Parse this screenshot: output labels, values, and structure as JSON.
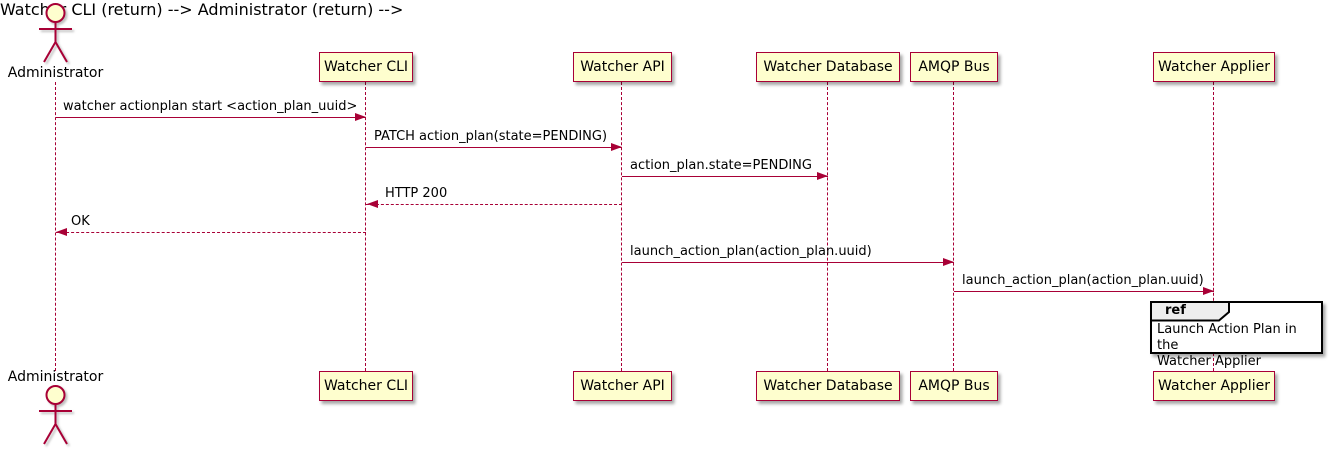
{
  "actor": {
    "label": "Administrator"
  },
  "participants": [
    {
      "label": "Watcher CLI"
    },
    {
      "label": "Watcher API"
    },
    {
      "label": "Watcher Database"
    },
    {
      "label": "AMQP Bus"
    },
    {
      "label": "Watcher Applier"
    }
  ],
  "messages": [
    {
      "text": "watcher actionplan start <action_plan_uuid>",
      "from": "Administrator",
      "to": "Watcher CLI",
      "line": "solid"
    },
    {
      "text": "PATCH action_plan(state=PENDING)",
      "from": "Watcher CLI",
      "to": "Watcher API",
      "line": "solid"
    },
    {
      "text": "action_plan.state=PENDING",
      "from": "Watcher API",
      "to": "Watcher Database",
      "line": "solid"
    },
    {
      "text": "HTTP 200",
      "from": "Watcher API",
      "to": "Watcher CLI",
      "line": "dashed"
    },
    {
      "text": "OK",
      "from": "Watcher CLI",
      "to": "Administrator",
      "line": "dashed"
    },
    {
      "text": "launch_action_plan(action_plan.uuid)",
      "from": "Watcher API",
      "to": "AMQP Bus",
      "line": "solid"
    },
    {
      "text": "launch_action_plan(action_plan.uuid)",
      "from": "AMQP Bus",
      "to": "Watcher Applier",
      "line": "solid"
    }
  ],
  "ref_fragment": {
    "tag_label": "ref",
    "text": "Launch Action Plan in the\nWatcher Applier"
  },
  "colors": {
    "accent": "#A80036",
    "participant_fill": "#FEFECE",
    "ref_tag_fill": "#EEEEEE",
    "shadow": "#888888"
  }
}
